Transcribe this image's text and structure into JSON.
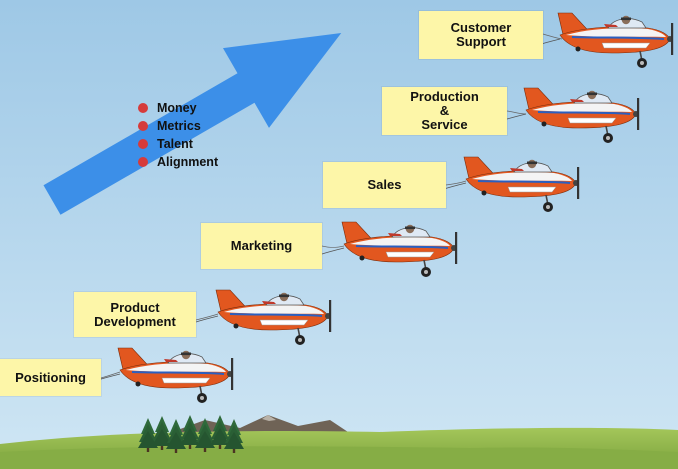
{
  "banners": [
    {
      "id": "positioning",
      "text": "Positioning"
    },
    {
      "id": "product-development",
      "text": "Product\nDevelopment"
    },
    {
      "id": "marketing",
      "text": "Marketing"
    },
    {
      "id": "sales",
      "text": "Sales"
    },
    {
      "id": "production-service",
      "text": "Production\n&\nService"
    },
    {
      "id": "customer-support",
      "text": "Customer\nSupport"
    }
  ],
  "bullets": [
    {
      "text": "Money"
    },
    {
      "text": "Metrics"
    },
    {
      "text": "Talent"
    },
    {
      "text": "Alignment"
    }
  ],
  "colors": {
    "sky_top": "#9ec8e6",
    "sky_bottom": "#c9e3f3",
    "arrow": "#3c8fe8",
    "banner": "#fdf6a8",
    "plane_body": "#e2571f",
    "bullet_dot": "#d63b3b",
    "grass": "#8fb64c"
  },
  "icons": [
    "airplane-icon",
    "arrow-up-right-icon",
    "bullet-dot-icon",
    "tree-icon",
    "mountain-icon"
  ]
}
